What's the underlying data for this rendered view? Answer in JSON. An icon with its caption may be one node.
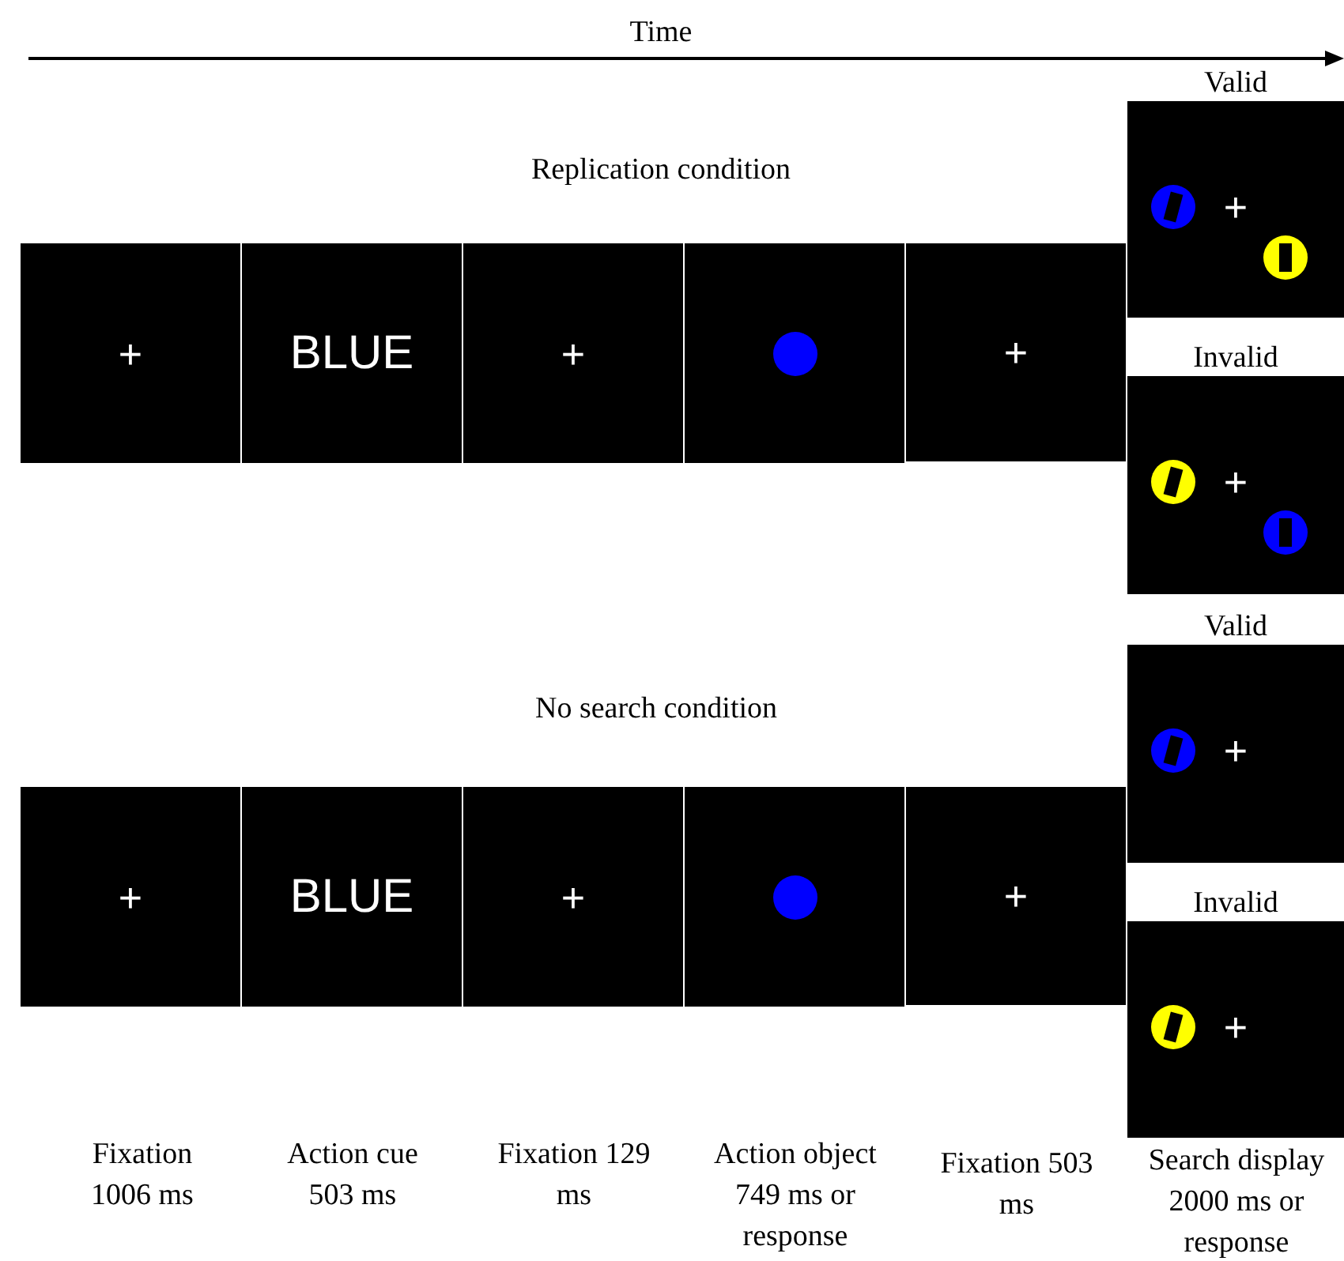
{
  "diagram": {
    "nodes": [
      {
        "text": [
          "+"
        ]
      },
      {
        "text": [
          "BLUE"
        ]
      },
      {
        "text": [
          "+"
        ]
      },
      {
        "text": [],
        "shape": "box"
      },
      {
        "text": [
          "+"
        ]
      },
      {
        "text": [
          "Valid",
          "+"
        ]
      },
      {
        "text": [
          "Invalid",
          "+"
        ]
      },
      {
        "text": [
          "+"
        ]
      },
      {
        "text": [
          "BLUE"
        ]
      },
      {
        "text": [
          "+"
        ]
      },
      {
        "text": [],
        "shape": "box"
      },
      {
        "text": [
          "+"
        ]
      },
      {
        "text": [
          "Valid",
          "+"
        ]
      },
      {
        "text": [
          "Invalid",
          "+"
        ]
      }
    ],
    "edges": [],
    "labels": [
      "Time",
      "Replication condition",
      "No search condition",
      "Fixation 1006 ms",
      "Action cue 503 ms",
      "Fixation 129 ms",
      "Action object 749 ms or response",
      "Fixation 503 ms",
      "Search display 2000 ms or response"
    ]
  }
}
